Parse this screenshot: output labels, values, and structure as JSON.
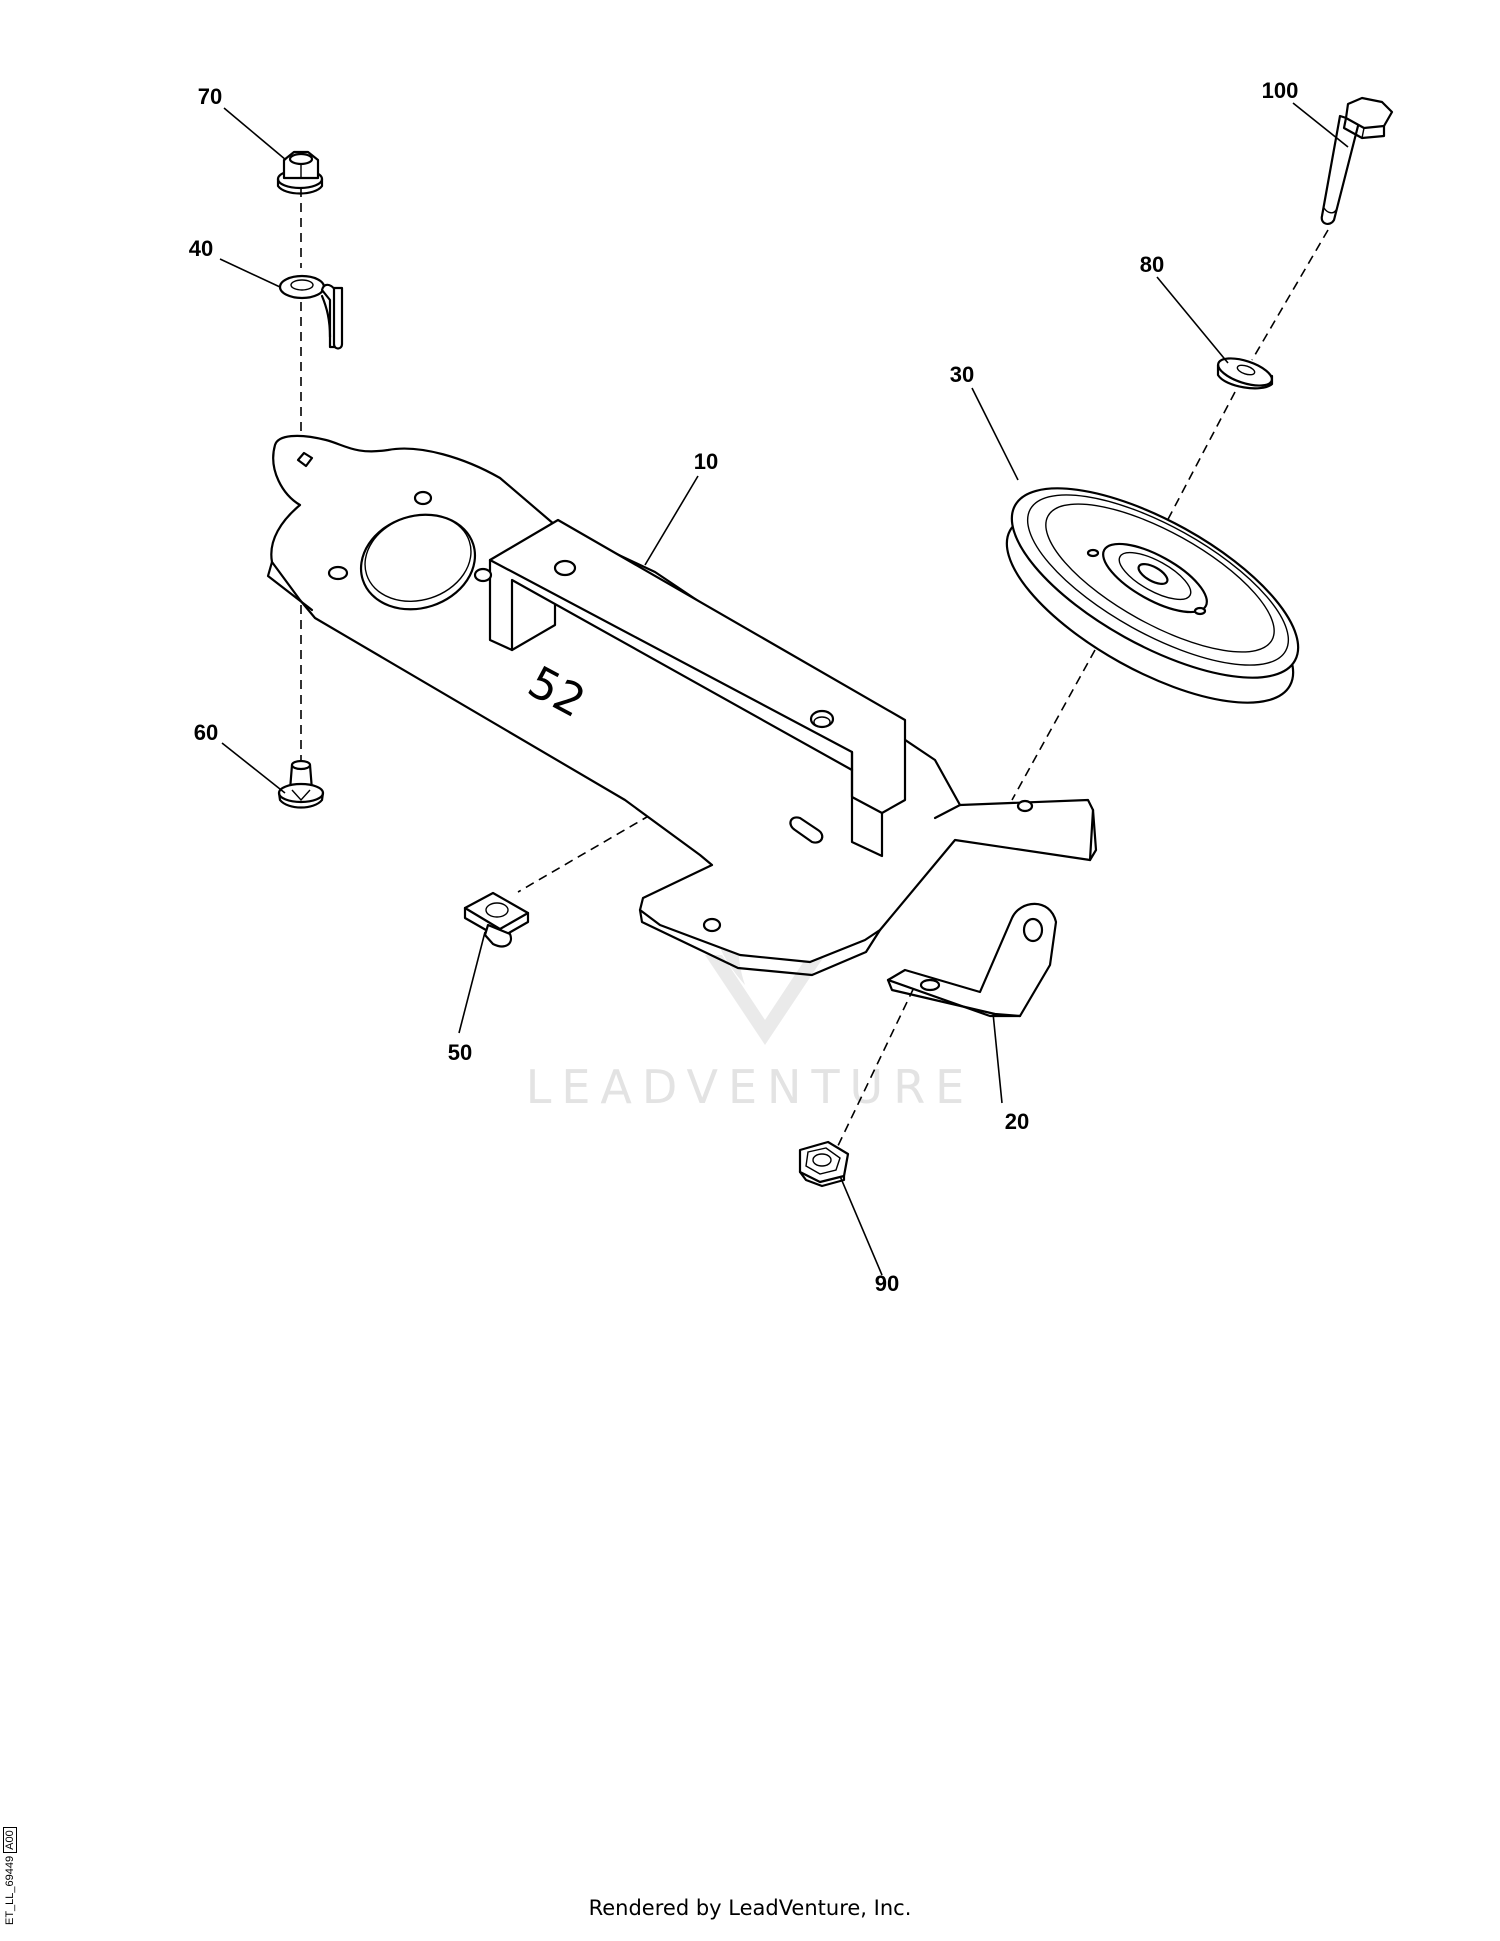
{
  "callouts": [
    {
      "id": "c70",
      "label": "70"
    },
    {
      "id": "c40",
      "label": "40"
    },
    {
      "id": "c60",
      "label": "60"
    },
    {
      "id": "c50",
      "label": "50"
    },
    {
      "id": "c10",
      "label": "10"
    },
    {
      "id": "c30",
      "label": "30"
    },
    {
      "id": "c80",
      "label": "80"
    },
    {
      "id": "c100",
      "label": "100"
    },
    {
      "id": "c20",
      "label": "20"
    },
    {
      "id": "c90",
      "label": "90"
    }
  ],
  "part_stamp": "52",
  "watermark": "LEADVENTURE",
  "footer": {
    "credit": "Rendered by LeadVenture, Inc."
  },
  "drawing_id": {
    "code": "ET_LL_69449",
    "revision": "A00"
  }
}
